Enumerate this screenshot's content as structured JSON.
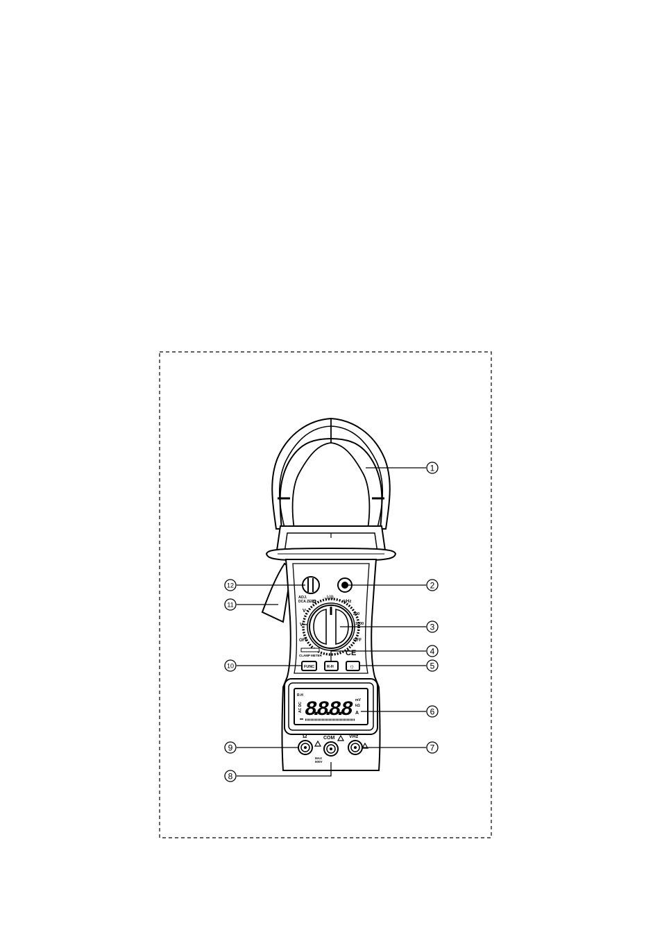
{
  "callouts": [
    {
      "id": "c1",
      "label": "1"
    },
    {
      "id": "c2",
      "label": "2"
    },
    {
      "id": "c3",
      "label": "3"
    },
    {
      "id": "c4",
      "label": "4"
    },
    {
      "id": "c5",
      "label": "5"
    },
    {
      "id": "c6",
      "label": "6"
    },
    {
      "id": "c7",
      "label": "7"
    },
    {
      "id": "c8",
      "label": "8"
    },
    {
      "id": "c9",
      "label": "9"
    },
    {
      "id": "c10",
      "label": "10"
    },
    {
      "id": "c11",
      "label": "11"
    },
    {
      "id": "c12",
      "label": "12"
    }
  ],
  "meter": {
    "adj_label": "ADJ.",
    "zero_label": "DCA ZERO",
    "dial": {
      "khz": "kHz",
      "ohm": "Ω",
      "range_200": "200",
      "range_1000": "1000",
      "off_left": "OFF",
      "off_right": "OFF",
      "v_ac": "V~",
      "v_dc": "V⎓"
    },
    "brand_label": "CLAMP METER",
    "ce_mark": "CE",
    "buttons": {
      "func": "FUNC",
      "rh": "R-H",
      "backlight": "☼"
    },
    "display": {
      "digits": "8.8.8.8",
      "ac_dc": "AC DC",
      "unit_amp": "A",
      "unit_top": "kΩ",
      "unit_mid": "mV",
      "rh": "R-H"
    },
    "jacks": {
      "ohm_label": "Ω",
      "com_label": "COM",
      "vhz_label": "VHz",
      "max_label": "MAX",
      "max_value": "600V"
    }
  }
}
